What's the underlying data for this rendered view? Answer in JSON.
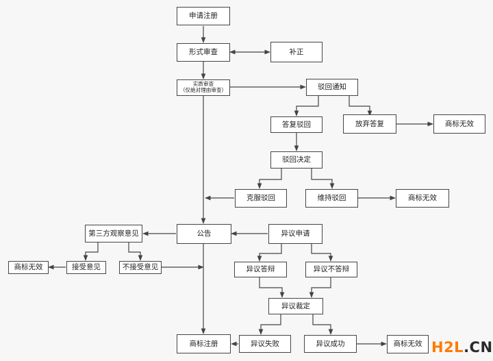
{
  "nodes": {
    "apply": "申请注册",
    "formal_review": "形式审查",
    "supplement": "补正",
    "substantive_review_line1": "实质审查",
    "substantive_review_line2": "（仅绝对理由审查）",
    "rejection_notice": "驳回通知",
    "reply_rejection": "答复驳回",
    "abandon_reply": "放弃答复",
    "invalid_a": "商标无效",
    "rejection_decision": "驳回决定",
    "overcome_rejection": "克服驳回",
    "maintain_rejection": "维持驳回",
    "invalid_b": "商标无效",
    "third_party_opinion": "第三方观察意见",
    "announcement": "公告",
    "opposition_apply": "异议申请",
    "invalid_c": "商标无效",
    "accept_opinion": "接受意见",
    "not_accept_opinion": "不接受意见",
    "opposition_defense": "异议答辩",
    "opposition_no_defense": "异议不答辩",
    "opposition_ruling": "异议裁定",
    "trademark_registered": "商标注册",
    "opposition_failed": "异议失败",
    "opposition_success": "异议成功",
    "invalid_d": "商标无效"
  },
  "watermark": {
    "part1": "H2L",
    "part2": ".CN"
  },
  "colors": {
    "line": "#444444",
    "box_border": "#444444",
    "watermark_orange": "#ff7a00",
    "watermark_dark": "#2a2a2a"
  }
}
